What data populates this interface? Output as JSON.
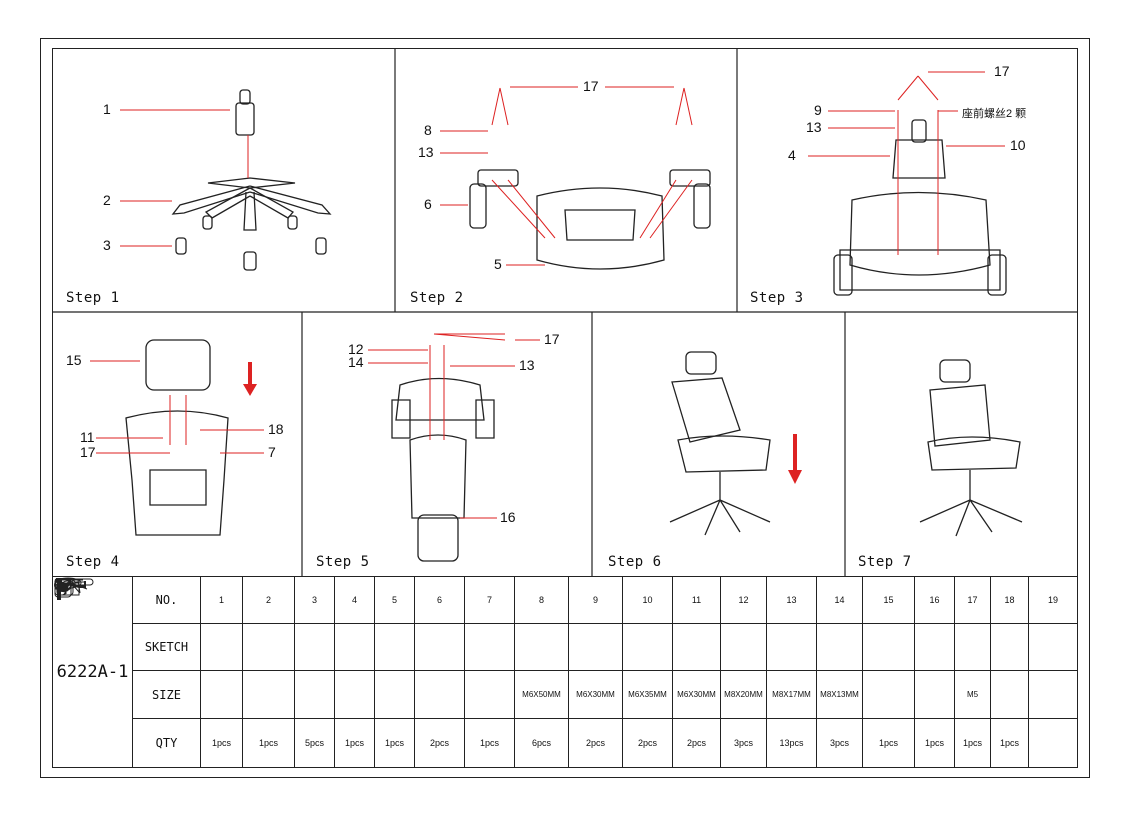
{
  "steps": [
    {
      "label": "Step 1",
      "callouts": [
        "1",
        "2",
        "3"
      ]
    },
    {
      "label": "Step 2",
      "callouts": [
        "17",
        "8",
        "13",
        "6",
        "5"
      ]
    },
    {
      "label": "Step 3",
      "callouts": [
        "17",
        "9",
        "13",
        "4",
        "10"
      ],
      "note": "座前螺丝2 颗"
    },
    {
      "label": "Step 4",
      "callouts": [
        "15",
        "18",
        "11",
        "17",
        "7"
      ]
    },
    {
      "label": "Step 5",
      "callouts": [
        "12",
        "17",
        "14",
        "13",
        "16"
      ]
    },
    {
      "label": "Step 6",
      "callouts": []
    },
    {
      "label": "Step 7",
      "callouts": []
    }
  ],
  "table": {
    "model": "6222A-1",
    "row_labels": {
      "no": "NO.",
      "sketch": "SKETCH",
      "size": "SIZE",
      "qty": "QTY"
    },
    "numbers": [
      "1",
      "2",
      "3",
      "4",
      "5",
      "6",
      "7",
      "8",
      "9",
      "10",
      "11",
      "12",
      "13",
      "14",
      "15",
      "16",
      "17",
      "18",
      "19"
    ],
    "sizes": [
      "",
      "",
      "",
      "",
      "",
      "",
      "",
      "M6X50MM",
      "M6X30MM",
      "M6X35MM",
      "M6X30MM",
      "M8X20MM",
      "M8X17MM",
      "M8X13MM",
      "",
      "",
      "M5",
      "",
      ""
    ],
    "qtys": [
      "1pcs",
      "1pcs",
      "5pcs",
      "1pcs",
      "1pcs",
      "2pcs",
      "1pcs",
      "6pcs",
      "2pcs",
      "2pcs",
      "2pcs",
      "3pcs",
      "13pcs",
      "3pcs",
      "1pcs",
      "1pcs",
      "1pcs",
      "1pcs",
      ""
    ],
    "sketch_icons": [
      "gas-lift-icon",
      "base-icon",
      "caster-icon",
      "mechanism-icon",
      "seat-plate-icon",
      "armrest-icon",
      "backrest-icon",
      "bolt-icon",
      "bolt-icon",
      "bolt-icon",
      "bolt-icon",
      "bolt-icon",
      "washer-icon",
      "spring-washer-icon",
      "headrest-icon",
      "lumbar-bar-icon",
      "allen-key-icon",
      "bracket-icon",
      ""
    ]
  },
  "colors": {
    "line": "#222222",
    "callout_line": "#d22222",
    "arrow": "#d22222"
  }
}
